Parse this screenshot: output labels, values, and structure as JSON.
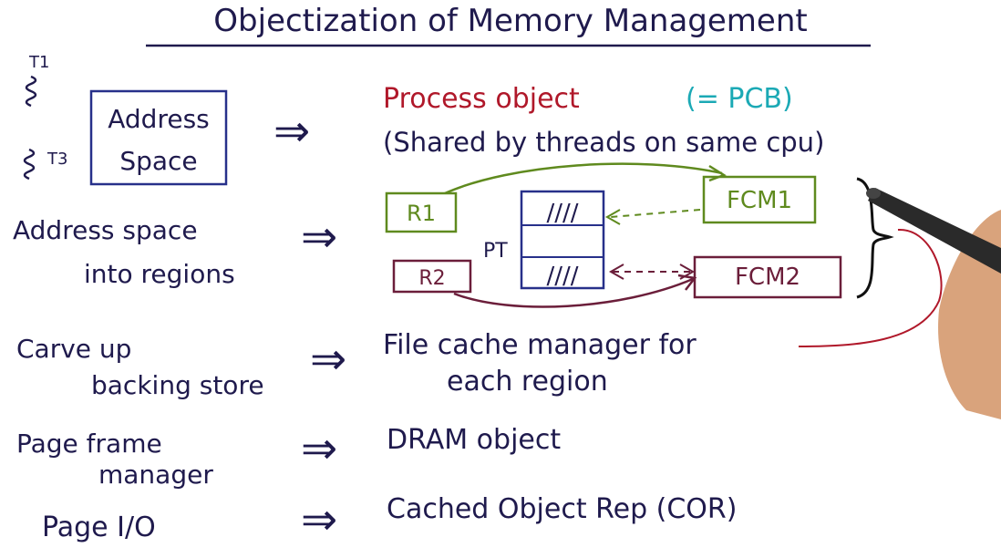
{
  "title": "Objectization of Memory Management",
  "colors": {
    "ink": "#1f1a4d",
    "red": "#b0182a",
    "blue": "#27308a",
    "teal": "#1ba9b5",
    "green": "#5f8a1e",
    "maroon": "#6b1e3a",
    "pen": "#2a2a2a",
    "skin": "#d9a37c"
  },
  "threads": {
    "t1": "T1",
    "t3": "T3"
  },
  "left": {
    "row1": {
      "box_line1": "Address",
      "box_line2": "Space"
    },
    "row2": {
      "line1": "Address space",
      "line2": "into regions"
    },
    "row3": {
      "line1": "Carve up",
      "line2": "backing store"
    },
    "row4": {
      "line1": "Page frame",
      "line2": "manager"
    },
    "row5": {
      "line1": "Page I/O"
    }
  },
  "arrow_symbol": "⇒",
  "right": {
    "row1": {
      "line1": "Process object",
      "pcb": "(= PCB)",
      "line2": "(Shared by threads on same cpu)"
    },
    "row3": {
      "line1": "File cache manager for",
      "line2": "each region"
    },
    "row4": {
      "line1": "DRAM object"
    },
    "row5": {
      "line1": "Cached Object Rep (COR)"
    }
  },
  "diagram": {
    "r1": "R1",
    "r2": "R2",
    "pt": "PT",
    "fcm1": "FCM1",
    "fcm2": "FCM2",
    "hatch": "////"
  }
}
